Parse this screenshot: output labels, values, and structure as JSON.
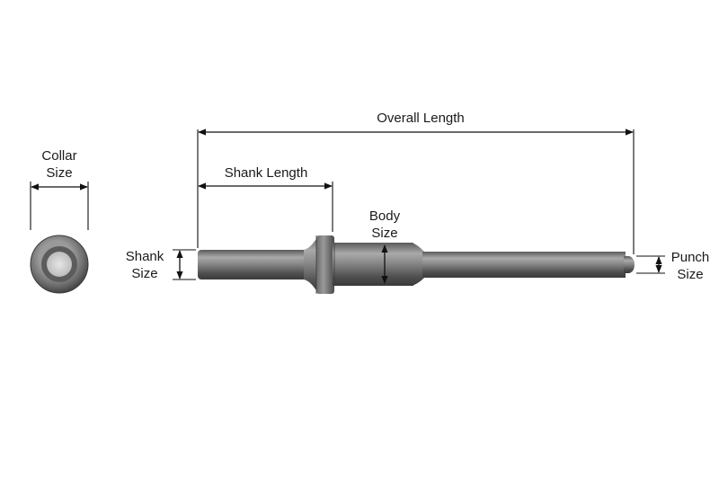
{
  "labels": {
    "overall_length": "Overall Length",
    "shank_length": "Shank Length",
    "collar_size_line1": "Collar",
    "collar_size_line2": "Size",
    "body_size_line1": "Body",
    "body_size_line2": "Size",
    "shank_size_line1": "Shank",
    "shank_size_line2": "Size",
    "punch_size_line1": "Punch",
    "punch_size_line2": "Size"
  },
  "colors": {
    "metal_dark": "#4a4a4a",
    "metal_mid": "#7a7a7a",
    "metal_light": "#b8b8b8",
    "line": "#111111"
  }
}
